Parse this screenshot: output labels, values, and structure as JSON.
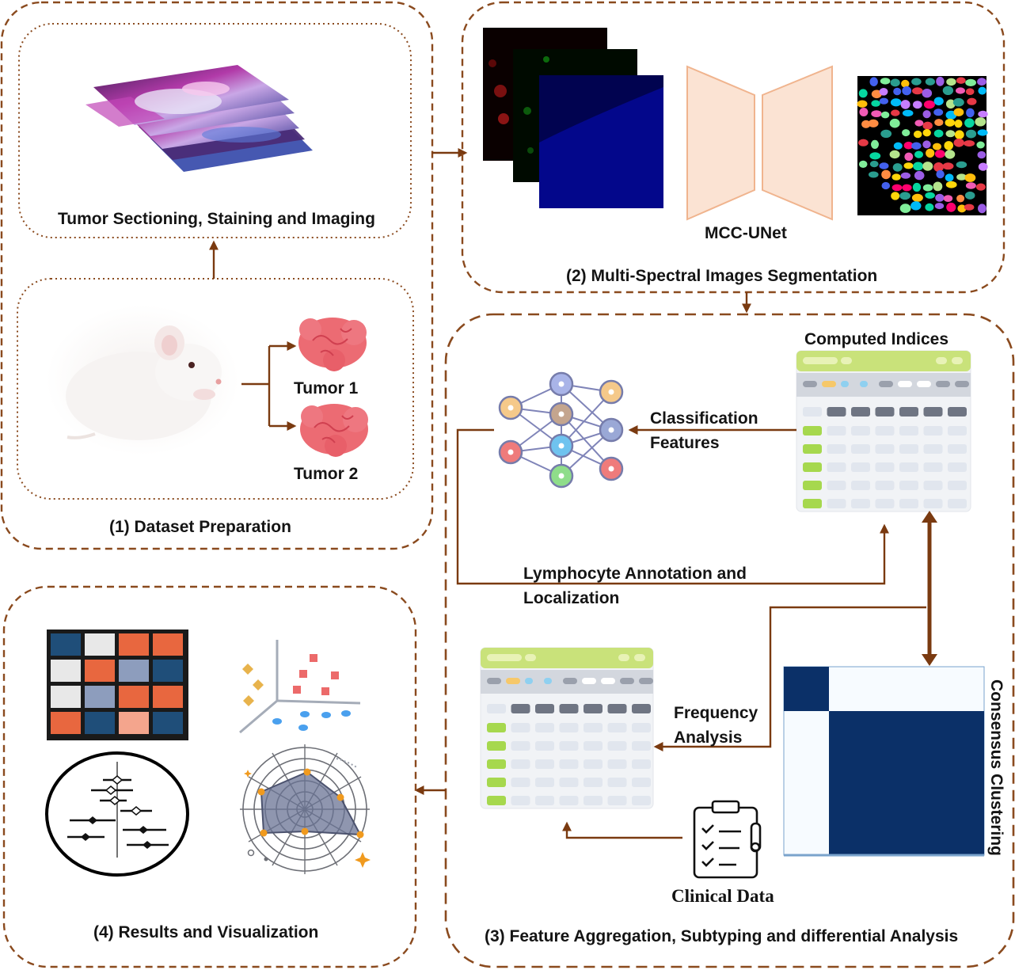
{
  "panels": {
    "dataset": {
      "title": "(1) Dataset Preparation",
      "imaging_label": "Tumor Sectioning, Staining and Imaging",
      "tumor_1": "Tumor 1",
      "tumor_2": "Tumor 2"
    },
    "segmentation": {
      "title": "(2) Multi-Spectral Images Segmentation",
      "model_label": "MCC-UNet"
    },
    "aggregation": {
      "title": "(3) Feature Aggregation, Subtyping and differential Analysis",
      "computed_indices": "Computed Indices",
      "classification_features_line1": "Classification",
      "classification_features_line2": "Features",
      "lymphocyte_line1": "Lymphocyte Annotation and",
      "lymphocyte_line2": "Localization",
      "frequency_line1": "Frequency",
      "frequency_line2": "Analysis",
      "consensus_clustering": "Consensus Clustering",
      "clinical_data": "Clinical Data"
    },
    "results": {
      "title": "(4) Results and Visualization"
    }
  },
  "colors": {
    "border_brown": "#8a4a1e",
    "arrow_brown": "#7a3a10",
    "unet_fill": "#fbe3d3",
    "unet_stroke": "#f0b48e",
    "heat_dark": "#0b3068",
    "table_header": "#c9e27a",
    "table_cell": "#e1e6ee",
    "table_dark": "#6f7583",
    "heatmap_blue": "#1f4e79",
    "heatmap_orange": "#e8673f",
    "heatmap_light": "#e8e8e8",
    "heatmap_slate": "#8d9dbd",
    "heatmap_peach": "#f4a58d"
  },
  "icons": [
    "mouse-icon",
    "tumor-icon",
    "tissue-stack-icon",
    "unet-icon",
    "segmentation-mask-icon",
    "neural-network-icon",
    "table-icon",
    "clipboard-icon",
    "consensus-matrix-icon",
    "heatmap-icon",
    "scatter-3d-icon",
    "forest-plot-icon",
    "radar-chart-icon"
  ]
}
